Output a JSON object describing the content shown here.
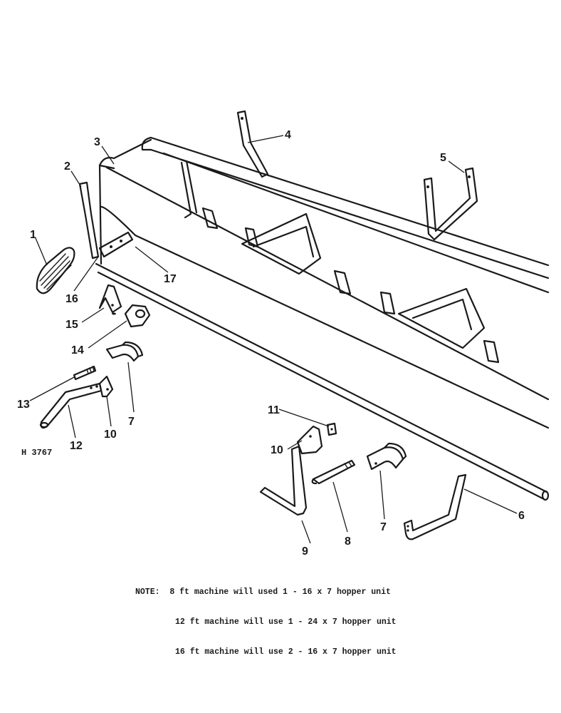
{
  "figure_id": "H 3767",
  "callouts": {
    "c1": "1",
    "c2": "2",
    "c3": "3",
    "c4": "4",
    "c5": "5",
    "c6": "6",
    "c7a": "7",
    "c7b": "7",
    "c8": "8",
    "c9": "9",
    "c10a": "10",
    "c10b": "10",
    "c11": "11",
    "c12": "12",
    "c13": "13",
    "c14": "14",
    "c15": "15",
    "c16": "16",
    "c17": "17"
  },
  "note": {
    "label": "NOTE:",
    "lines": [
      "8 ft machine will used 1 - 16 x 7 hopper unit",
      "12 ft machine will use 1 - 24 x 7 hopper unit",
      "16 ft machine will use 2 - 16 x 7 hopper unit"
    ]
  }
}
